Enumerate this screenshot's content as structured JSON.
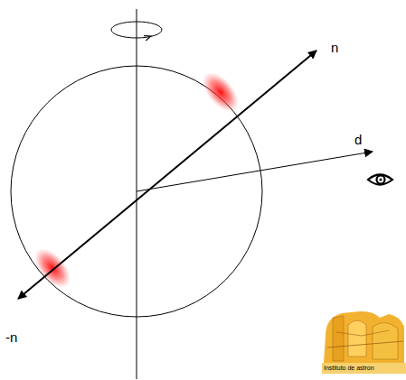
{
  "diagram": {
    "labels": [
      "n",
      "d",
      "-n",
      "Instituto de astron"
    ]
  }
}
